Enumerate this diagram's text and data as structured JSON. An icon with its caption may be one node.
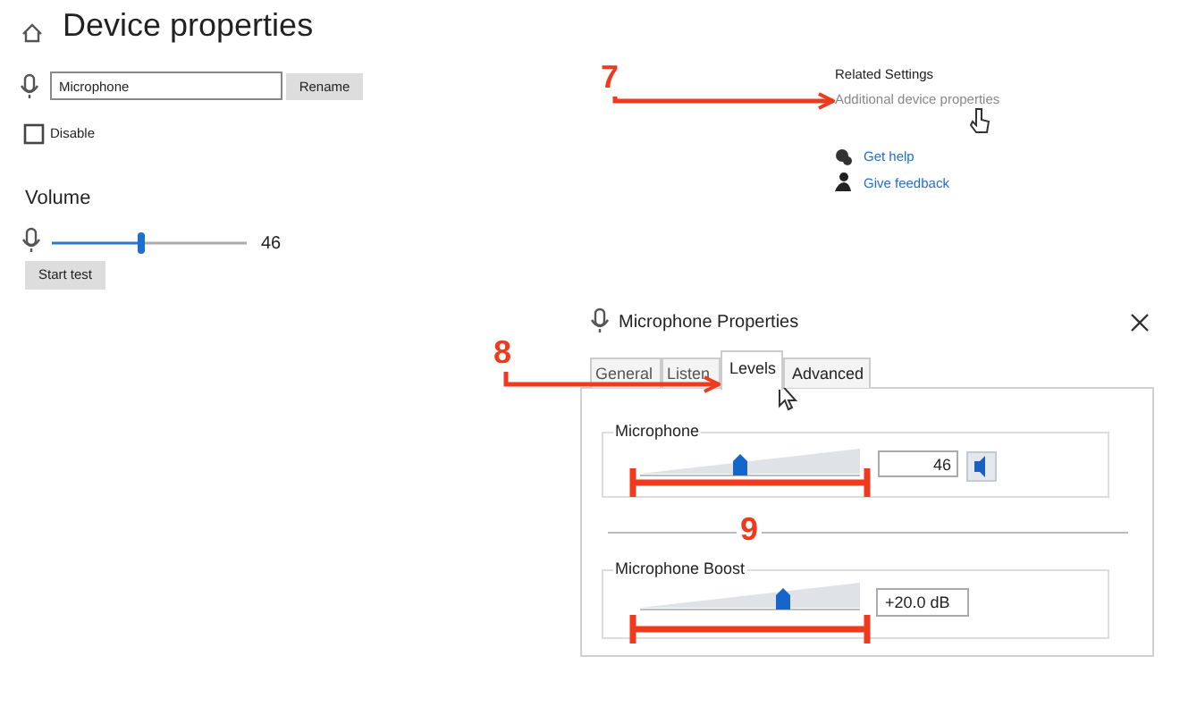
{
  "diagram": {
    "nodes": [
      {
        "text": [
          "7"
        ]
      },
      {
        "text": [
          "Additional device properties"
        ]
      },
      {
        "text": [
          "8"
        ]
      },
      {
        "text": [
          "Levels"
        ]
      }
    ],
    "edges": [
      {
        "from": 0,
        "to": 1,
        "arrow": "to"
      },
      {
        "from": 2,
        "to": 3,
        "arrow": "to"
      }
    ],
    "labels": [
      "Device properties",
      "Microphone",
      "Rename",
      "Related Settings",
      "Disable",
      "Get help",
      "Give feedback",
      "Volume",
      "46",
      "Start test",
      "Microphone Properties",
      "General",
      "Listen",
      "Advanced",
      "Microphone",
      "46",
      "9",
      "Microphone Boost",
      "+20.0 dB"
    ]
  }
}
